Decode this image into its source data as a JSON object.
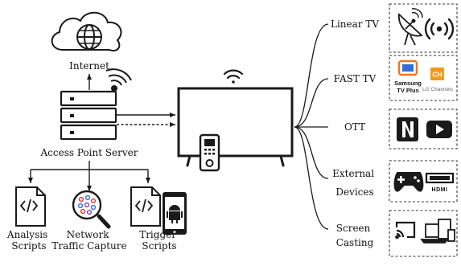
{
  "nodes": {
    "internet": "Internet",
    "server": "Access Point Server",
    "scripts": [
      {
        "lines": [
          "Analysis",
          "Scripts"
        ]
      },
      {
        "lines": [
          "Network",
          "Traffic Capture"
        ]
      },
      {
        "lines": [
          "Trigger",
          "Scripts"
        ]
      }
    ]
  },
  "categories": [
    {
      "lines": [
        "Linear TV"
      ]
    },
    {
      "lines": [
        "FAST TV"
      ]
    },
    {
      "lines": [
        "OTT"
      ]
    },
    {
      "lines": [
        "External",
        "Devices"
      ]
    },
    {
      "lines": [
        "Screen",
        "Casting"
      ]
    }
  ],
  "logos": {
    "samsung": [
      "Samsung",
      "TV Plus"
    ],
    "lg": "LG Channels",
    "lg_badge": "CH",
    "hdmi": "HDMI"
  },
  "colors": {
    "ink": "#1a1a1a",
    "samsung_orange": "#f0741f",
    "samsung_blue": "#2f6fd6",
    "lg_orange": "#f29a1d",
    "youtube": "#1a1a1a",
    "netflix": "#1a1a1a",
    "android": "#1a1a1a"
  },
  "icons": {
    "internet": "globe-cloud-icon",
    "wireless": "wireless-signal-icon",
    "server": "server-rack-icon",
    "tv": "television-icon",
    "remote": "remote-control-icon",
    "wifi": "wifi-icon",
    "analysis": "code-file-icon",
    "capture": "magnifier-network-icon",
    "trigger": "code-file-icon",
    "phone": "android-phone-icon",
    "linear": [
      "satellite-dish-icon",
      "broadcast-icon"
    ],
    "fast": [
      "samsung-tv-plus-icon",
      "lg-channels-icon"
    ],
    "ott": [
      "netflix-icon",
      "youtube-icon"
    ],
    "external": [
      "gamepad-icon",
      "hdmi-icon"
    ],
    "casting": [
      "cast-icon",
      "devices-icon"
    ]
  }
}
